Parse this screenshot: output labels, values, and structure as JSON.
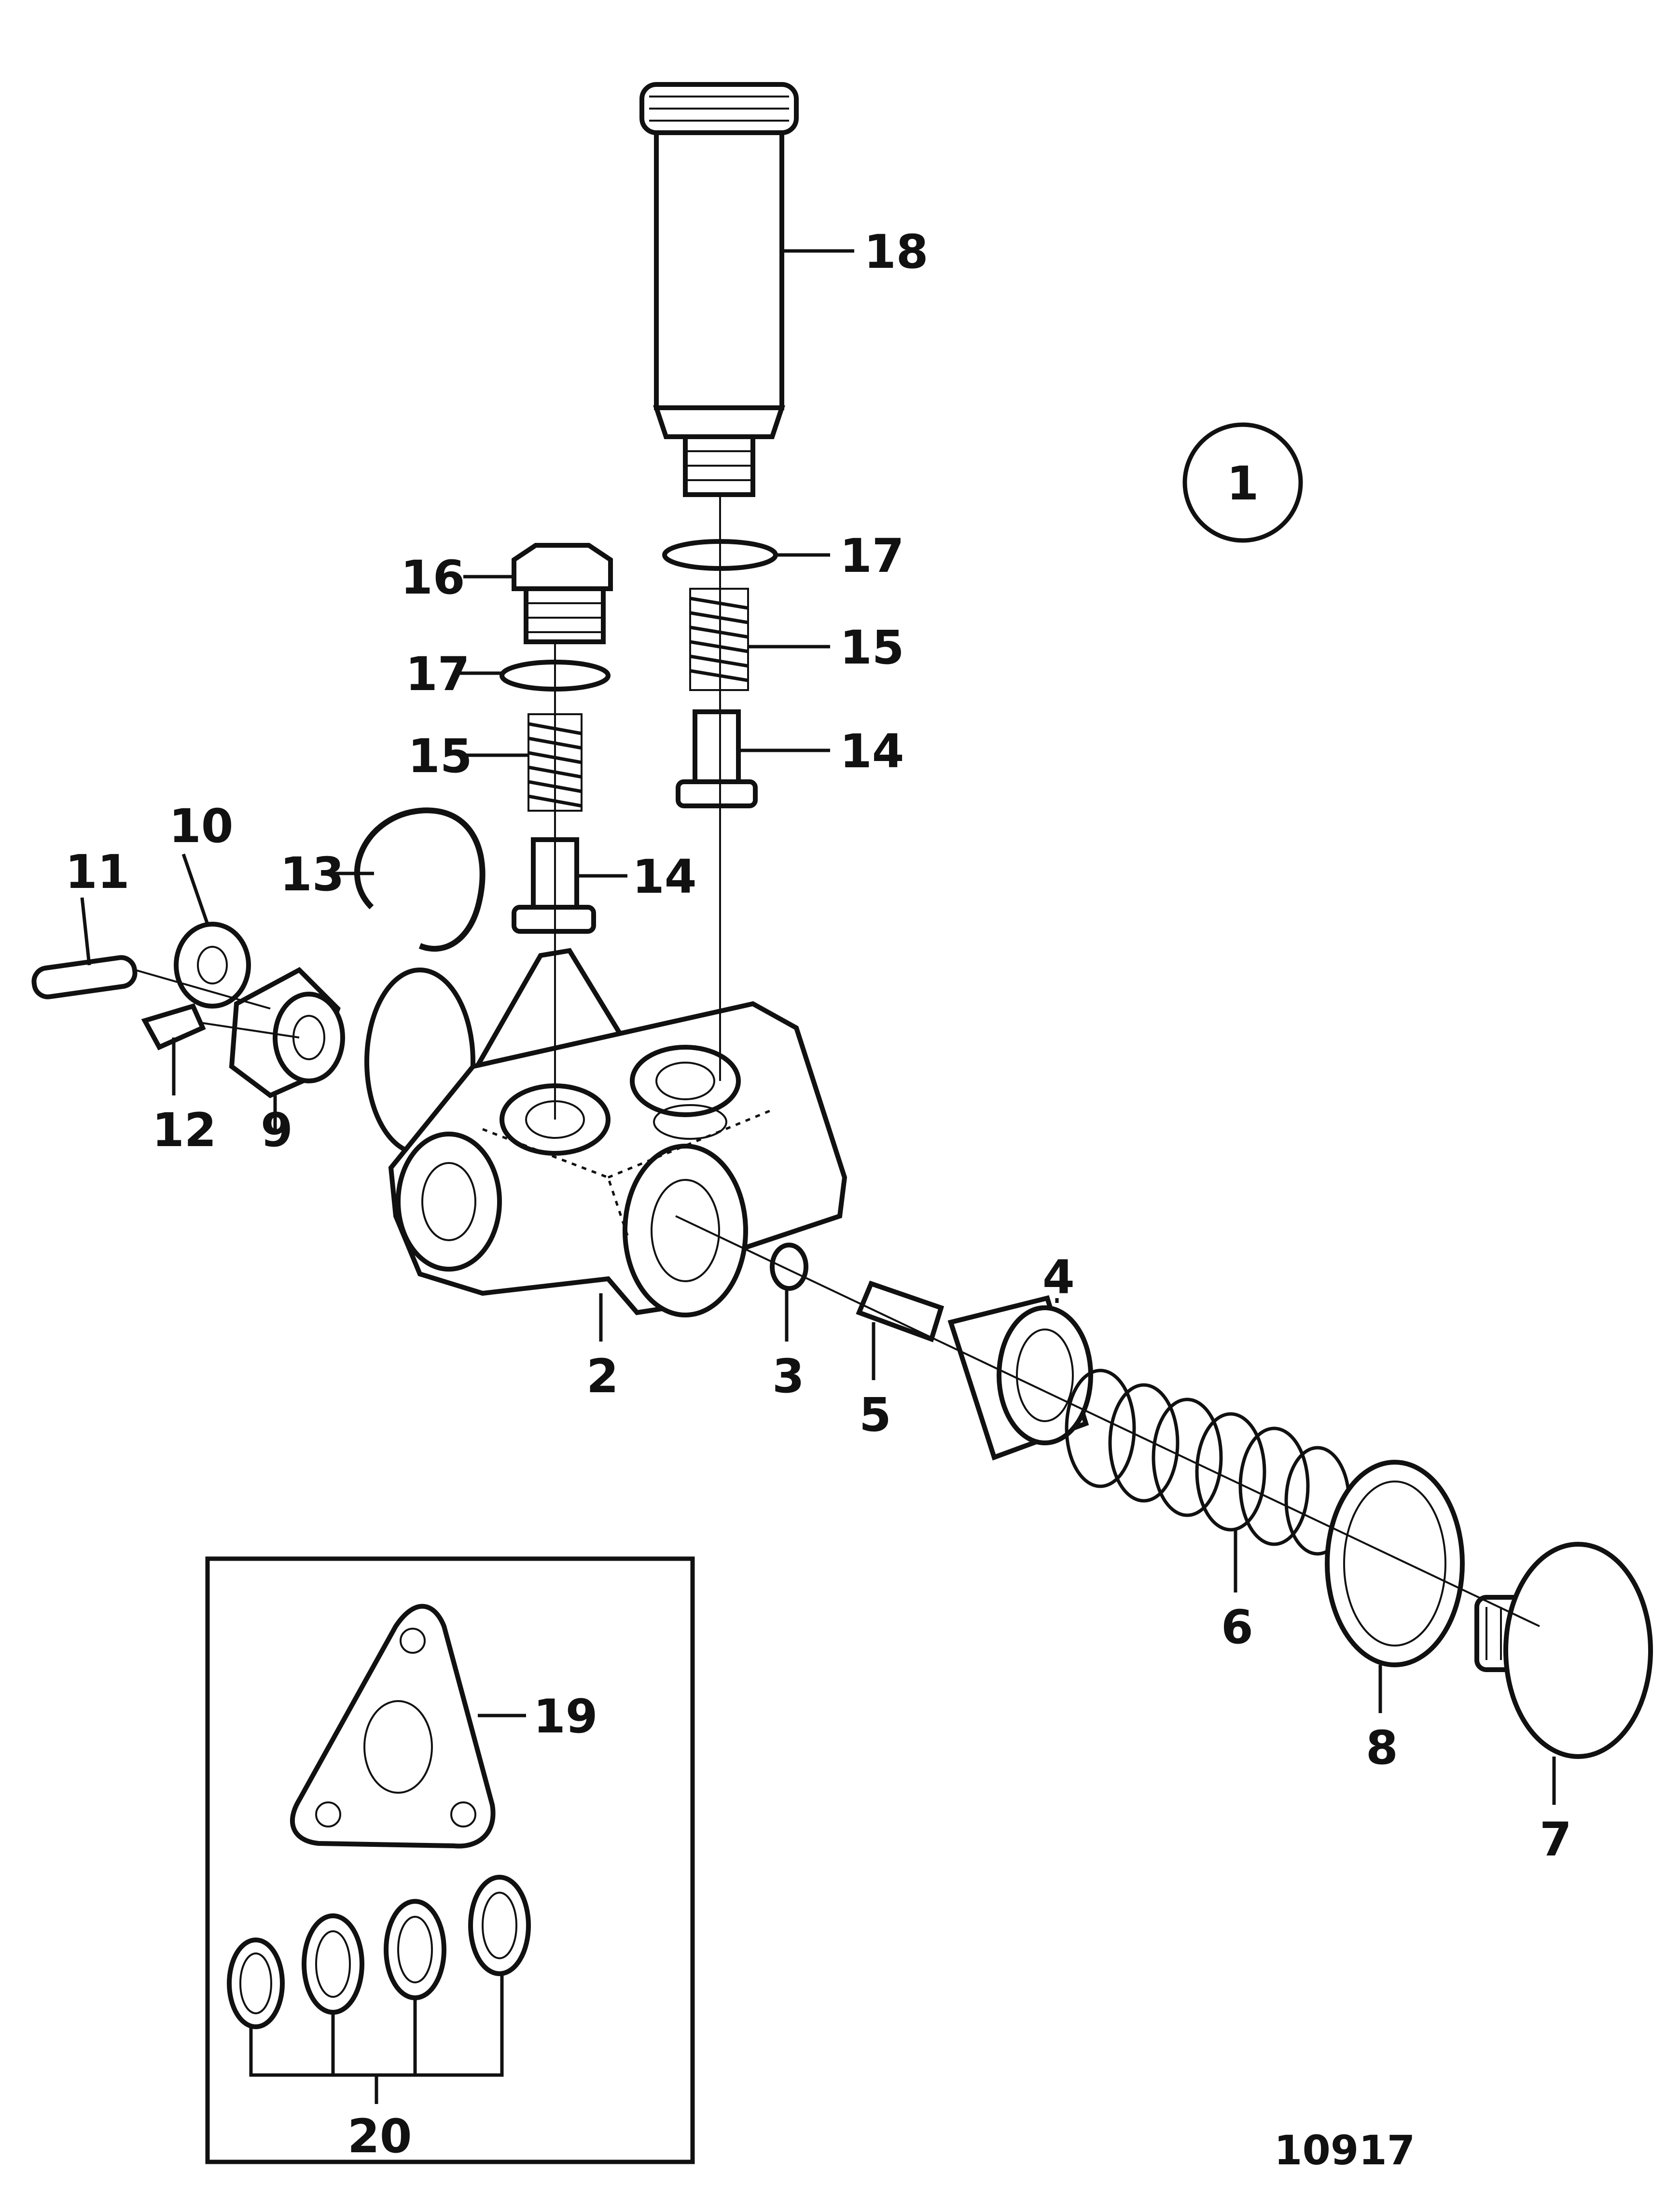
{
  "diagram": {
    "view_number": "1",
    "reference_number": "10917",
    "callouts": {
      "c2": "2",
      "c3": "3",
      "c4": "4",
      "c5": "5",
      "c6": "6",
      "c7": "7",
      "c8": "8",
      "c9": "9",
      "c10": "10",
      "c11": "11",
      "c12": "12",
      "c13": "13",
      "c14a": "14",
      "c14b": "14",
      "c15a": "15",
      "c15b": "15",
      "c16": "16",
      "c17a": "17",
      "c17b": "17",
      "c18": "18",
      "c19": "19",
      "c20": "20"
    }
  }
}
